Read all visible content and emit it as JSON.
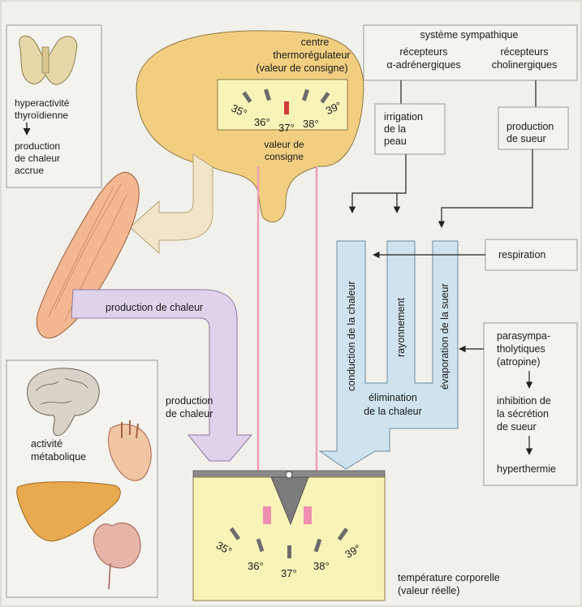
{
  "title_block": {
    "center_line1": "centre",
    "center_line2": "thermorégulateur",
    "center_line3": "(valeur de consigne)"
  },
  "setpoint": {
    "label_line1": "valeur de",
    "label_line2": "consigne",
    "scale": [
      "35°",
      "36°",
      "37°",
      "38°",
      "39°"
    ]
  },
  "sympathetic": {
    "title": "système sympathique",
    "alpha_line1": "récepteurs",
    "alpha_line2": "α-adrénergiques",
    "chol_line1": "récepteurs",
    "chol_line2": "cholinergiques"
  },
  "skin_box": {
    "line1": "irrigation",
    "line2": "de la",
    "line3": "peau"
  },
  "sweat_box": {
    "line1": "production",
    "line2": "de sueur"
  },
  "respiration_box": {
    "label": "respiration"
  },
  "thyroid_box": {
    "line1": "hyperactivité",
    "line2": "thyroïdienne",
    "line3": "production",
    "line4": "de chaleur",
    "line5": "accrue"
  },
  "heat_production_1": "production de chaleur",
  "heat_production_2": {
    "line1": "production",
    "line2": "de chaleur"
  },
  "metabolic": {
    "line1": "activité",
    "line2": "métabolique"
  },
  "elimination": {
    "conduction": "conduction de la chaleur",
    "radiation": "rayonnement",
    "evaporation": "évaporation de la sueur",
    "label_line1": "élimination",
    "label_line2": "de la chaleur"
  },
  "parasym_box": {
    "line1": "parasympa-",
    "line2": "tholytiques",
    "line3": "(atropine)",
    "line4": "inhibition de",
    "line5": "la sécrétion",
    "line6": "de sueur",
    "line7": "hyperthermie"
  },
  "body_temp": {
    "scale": [
      "35°",
      "36°",
      "37°",
      "38°",
      "39°"
    ],
    "label_line1": "température corporelle",
    "label_line2": "(valeur réelle)"
  },
  "colors": {
    "brain": "#f2cf80",
    "panel_yellow": "#f7f3b0",
    "blue_channel": "#cfe3ee",
    "purple_channel": "#e0d2ea",
    "beige_arrow": "#f1e4c8",
    "pink_line": "#ee9db3",
    "box_fill": "#f7f6f2"
  }
}
